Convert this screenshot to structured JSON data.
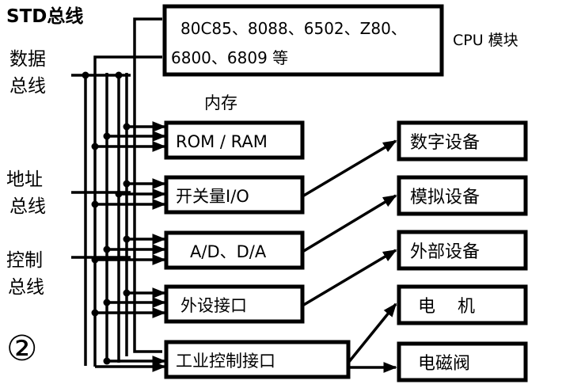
{
  "labels": {
    "std_bus_1": "STD总线",
    "data_bus_1": "数据",
    "data_bus_2": "总线",
    "addr_bus_1": "地址",
    "addr_bus_2": "总线",
    "ctrl_bus_1": "控制",
    "ctrl_bus_2": "总线",
    "figure_number": "②",
    "cpu_caption": "CPU 模块",
    "memory_caption": "内存"
  },
  "cpu_box": {
    "line1": "80C85、8088、6502、Z80、",
    "line2": "6800、6809  等"
  },
  "modules": [
    {
      "label": "ROM / RAM"
    },
    {
      "label": "开关量I/O"
    },
    {
      "label": "A/D、D/A"
    },
    {
      "label": "外设接口"
    },
    {
      "label": "工业控制接口"
    }
  ],
  "devices": [
    {
      "label": "数字设备"
    },
    {
      "label": "模拟设备"
    },
    {
      "label": "外部设备"
    },
    {
      "label": "电    机"
    },
    {
      "label": "电磁阀"
    }
  ]
}
